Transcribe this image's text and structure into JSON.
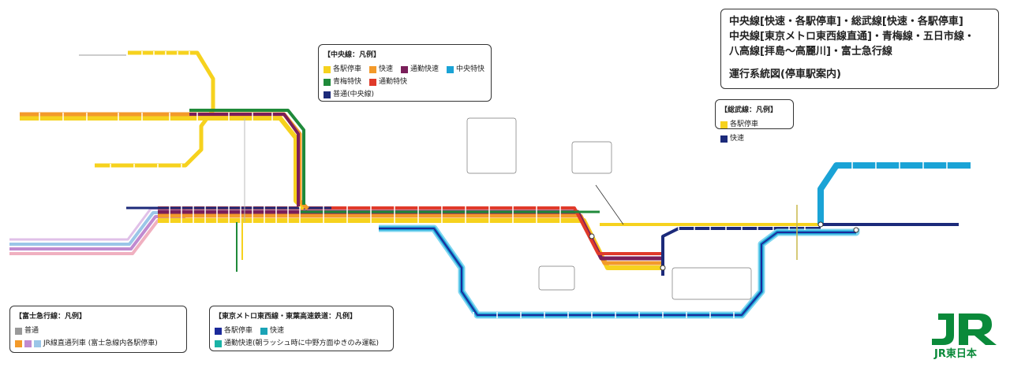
{
  "title": {
    "line1": "中央線[快速・各駅停車]・総武線[快速・各駅停車]",
    "line2": "中央線[東京メトロ東西線直通]・青梅線・五日市線・",
    "line3": "八高線[拝島〜高麗川]・富士急行線",
    "subtitle": "運行系統図(停車駅案内)"
  },
  "legend_chuo": {
    "header": "【中央線：凡例】",
    "items": [
      {
        "label": "各駅停車",
        "color": "#f6d21e"
      },
      {
        "label": "快速",
        "color": "#f39a2a"
      },
      {
        "label": "通勤快速",
        "color": "#7a1f5a"
      },
      {
        "label": "中央特快",
        "color": "#1aa3d6"
      },
      {
        "label": "青梅特快",
        "color": "#1f8a3a"
      },
      {
        "label": "通勤特快",
        "color": "#e03a2a"
      },
      {
        "label": "普通(中央線)",
        "color": "#1c2a7a"
      }
    ]
  },
  "legend_sobu": {
    "header": "【総武線：凡例】",
    "items": [
      {
        "label": "各駅停車",
        "color": "#f6d21e"
      },
      {
        "label": "快速",
        "color": "#1c2a7a"
      }
    ]
  },
  "legend_fuji": {
    "header": "【富士急行線：凡例】",
    "items": [
      {
        "label": "普通",
        "color": "#999999"
      },
      {
        "label": "JR線直通列車 (富士急線内各駅停車)",
        "color": "#f39a2a"
      }
    ]
  },
  "legend_tozai": {
    "header": "【東京メトロ東西線・東葉高速鉄道：凡例】",
    "items": [
      {
        "label": "各駅停車",
        "color": "#1c2a9a"
      },
      {
        "label": "快速",
        "color": "#1aa3b6"
      },
      {
        "label": "通勤快速(朝ラッシュ時に中野方面ゆきのみ運転)",
        "color": "#1ab3a6"
      }
    ]
  },
  "logo": {
    "text": "JR東日本"
  },
  "colors": {
    "local": "#f6d21e",
    "rapid": "#f39a2a",
    "commuter_rapid": "#7a1f5a",
    "special_rapid": "#1aa3d6",
    "ome": "#1f8a3a",
    "commuter_special": "#e03a2a",
    "sobu_rapid": "#1c2a7a",
    "fuji": "#c08ad0",
    "tozai_light": "#7fd6f0",
    "jr_green": "#0a8a3a"
  }
}
